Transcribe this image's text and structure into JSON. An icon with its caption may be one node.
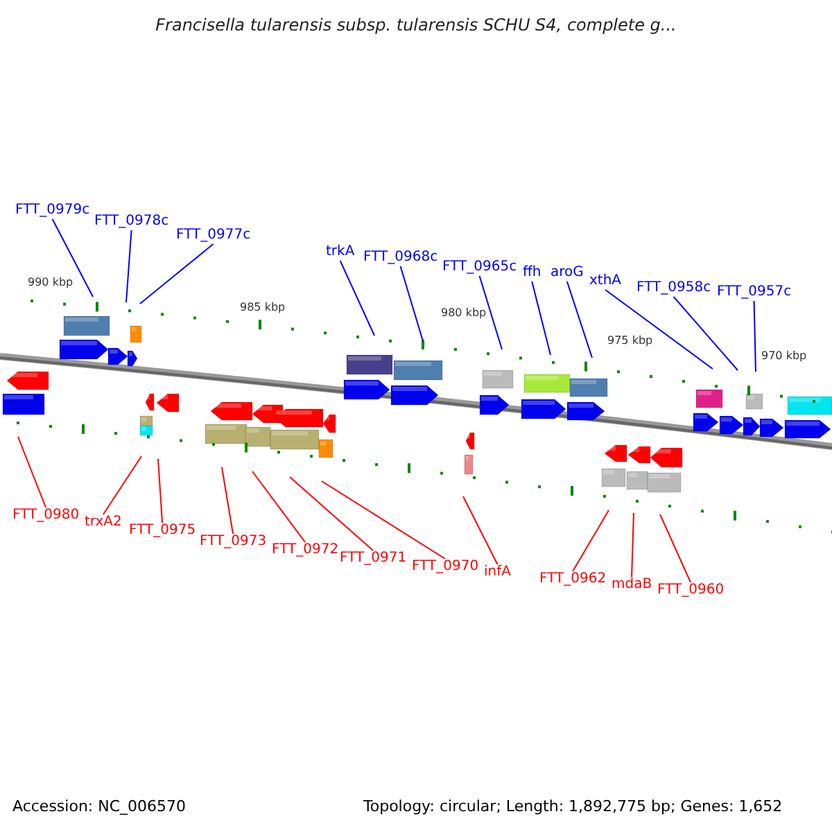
{
  "diagram": {
    "title": "Francisella tularensis subsp. tularensis SCHU S4, complete g...",
    "nodes": [
      {
        "text": [
          "FTT_0979c"
        ]
      },
      {
        "text": [
          "FTT_0978c"
        ]
      },
      {
        "text": [
          "FTT_0977c"
        ]
      },
      {
        "text": [
          "trkA"
        ]
      },
      {
        "text": [
          "FTT_0968c"
        ]
      },
      {
        "text": [
          "FTT_0965c"
        ]
      },
      {
        "text": [
          "ffh"
        ]
      },
      {
        "text": [
          "aroG"
        ]
      },
      {
        "text": [
          "xthA"
        ]
      },
      {
        "text": [
          "FTT_0958c"
        ]
      },
      {
        "text": [
          "FTT_0957c"
        ]
      },
      {
        "text": [
          "FTT_0980"
        ]
      },
      {
        "text": [
          "trxA2"
        ]
      },
      {
        "text": [
          "FTT_0975"
        ]
      },
      {
        "text": [
          "FTT_0973"
        ]
      },
      {
        "text": [
          "FTT_0972"
        ]
      },
      {
        "text": [
          "FTT_0971"
        ]
      },
      {
        "text": [
          "FTT_0970"
        ]
      },
      {
        "text": [
          "infA"
        ]
      },
      {
        "text": [
          "FTT_0962"
        ]
      },
      {
        "text": [
          "mdaB"
        ]
      },
      {
        "text": [
          "FTT_0960"
        ]
      }
    ],
    "edges": [
      {
        "from": 0,
        "to": null,
        "arrow": "none"
      },
      {
        "from": 1,
        "to": null,
        "arrow": "none"
      },
      {
        "from": 2,
        "to": null,
        "arrow": "none"
      },
      {
        "from": 3,
        "to": null,
        "arrow": "none"
      },
      {
        "from": 4,
        "to": null,
        "arrow": "none"
      },
      {
        "from": 5,
        "to": null,
        "arrow": "none"
      },
      {
        "from": 6,
        "to": null,
        "arrow": "none"
      },
      {
        "from": 7,
        "to": null,
        "arrow": "none"
      },
      {
        "from": 8,
        "to": null,
        "arrow": "none"
      },
      {
        "from": 9,
        "to": null,
        "arrow": "none"
      },
      {
        "from": 10,
        "to": null,
        "arrow": "none"
      },
      {
        "from": 11,
        "to": null,
        "arrow": "none",
        "color": "#ff0000"
      },
      {
        "from": 12,
        "to": null,
        "arrow": "none",
        "color": "#ff0000"
      },
      {
        "from": 13,
        "to": null,
        "arrow": "none",
        "color": "#ff0000"
      },
      {
        "from": 14,
        "to": null,
        "arrow": "none",
        "color": "#ff0000"
      },
      {
        "from": 15,
        "to": null,
        "arrow": "none",
        "color": "#ff0000"
      },
      {
        "from": 16,
        "to": null,
        "arrow": "none",
        "color": "#ff0000"
      },
      {
        "from": 17,
        "to": null,
        "arrow": "none",
        "color": "#ff0000"
      },
      {
        "from": 18,
        "to": null,
        "arrow": "none",
        "color": "#ff0000"
      },
      {
        "from": 19,
        "to": null,
        "arrow": "none",
        "color": "#ff0000"
      },
      {
        "from": 20,
        "to": null,
        "arrow": "none",
        "color": "#ff0000"
      },
      {
        "from": 21,
        "to": null,
        "arrow": "none",
        "color": "#ff0000"
      }
    ],
    "labels": [
      "990 kbp",
      "985 kbp",
      "980 kbp",
      "975 kbp",
      "970 kbp",
      "Accession: NC_006570",
      "Topology: circular; Length: 1,892,775 bp; Genes: 1,652"
    ]
  }
}
